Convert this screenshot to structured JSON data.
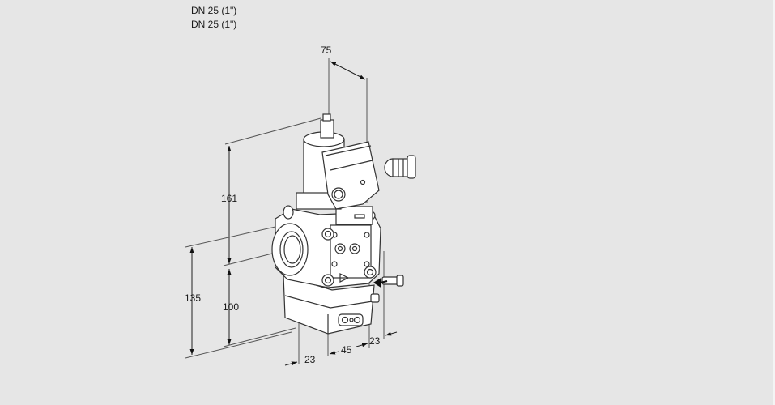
{
  "header": {
    "lines": [
      "DN 25 (1\")",
      "DN 25 (1\")"
    ]
  },
  "drawing": {
    "subject": "gas valve assembly with solenoid, pressure regulator and cable gland",
    "line_color": "#333333",
    "fill_color": "#ffffff",
    "background_color": "#e6e6e6"
  },
  "dimensions": {
    "top_width": "75",
    "height_upper": "161",
    "height_lower": "100",
    "height_total": "135",
    "bottom_left": "23",
    "bottom_middle": "45",
    "bottom_right": "23"
  }
}
